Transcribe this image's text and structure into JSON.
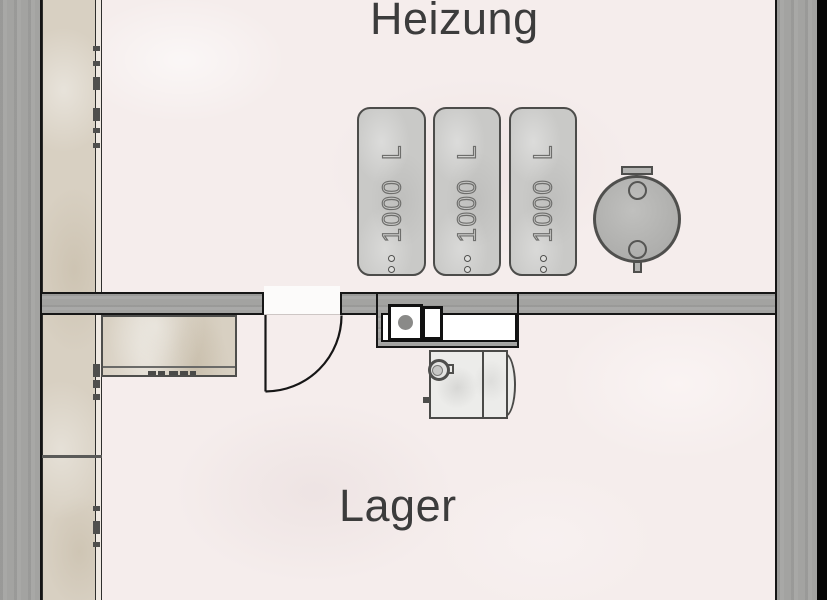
{
  "plan": {
    "rooms": [
      {
        "id": "heizung",
        "label": "Heizung"
      },
      {
        "id": "lager",
        "label": "Lager"
      }
    ],
    "tanks": [
      {
        "label": "1000 L"
      },
      {
        "label": "1000 L"
      },
      {
        "label": "1000 L"
      }
    ],
    "colors": {
      "floor": "#f5edec",
      "wall_gray": "#a3a3a1",
      "masonry_beige": "#d8d0c2",
      "tank_fill": "#c9c9c7",
      "outline": "#161616",
      "room_label_text": "#3c3c3c",
      "tank_label_text": "#6e6e6c"
    }
  }
}
